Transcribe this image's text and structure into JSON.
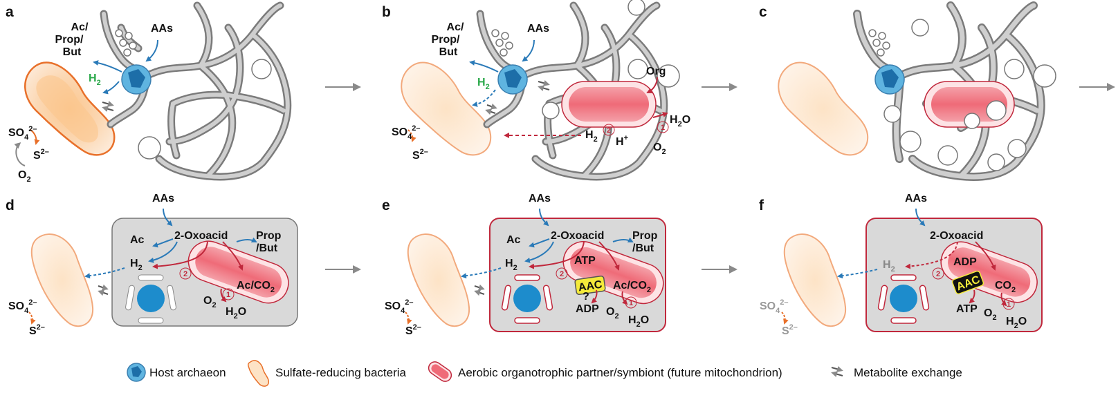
{
  "panels": [
    "a",
    "b",
    "c",
    "d",
    "e",
    "f"
  ],
  "labels": {
    "ac_prop_but": [
      "Ac/",
      "Prop/",
      "But"
    ],
    "aas": "AAs",
    "h": "H",
    "sub2": "2",
    "so4": "SO",
    "sub4": "4",
    "sup2minus": "2–",
    "s2": "S",
    "o": "O",
    "org": "Org",
    "h2o_h": "H",
    "h2o_o": "O",
    "hplus": "H",
    "plus": "+",
    "oxoacid": "2-Oxoacid",
    "ac": "Ac",
    "prop": "Prop",
    "but": "/But",
    "ac_co2": "Ac/CO",
    "co": "CO",
    "atp": "ATP",
    "adp": "ADP",
    "aac": "AAC",
    "question": "?",
    "circled1": "1",
    "circled2": "2"
  },
  "legend": {
    "host": "Host archaeon",
    "srb": "Sulfate-reducing bacteria",
    "aerobe": "Aerobic organotrophic partner/symbiont (future mitochondrion)",
    "exchange": "Metabolite exchange"
  },
  "colors": {
    "blue_arrow": "#2a7ab8",
    "red_arrow": "#c0283c",
    "h2_green": "#2aa84a",
    "srb_fill": "#f9c99a",
    "srb_outline": "#e8702a",
    "symbiont_fill": "#ef6b78",
    "cell_gray": "#d9d9d9",
    "host_blue": "#1d8ccc",
    "aac_yellow": "#f4ea3a"
  }
}
